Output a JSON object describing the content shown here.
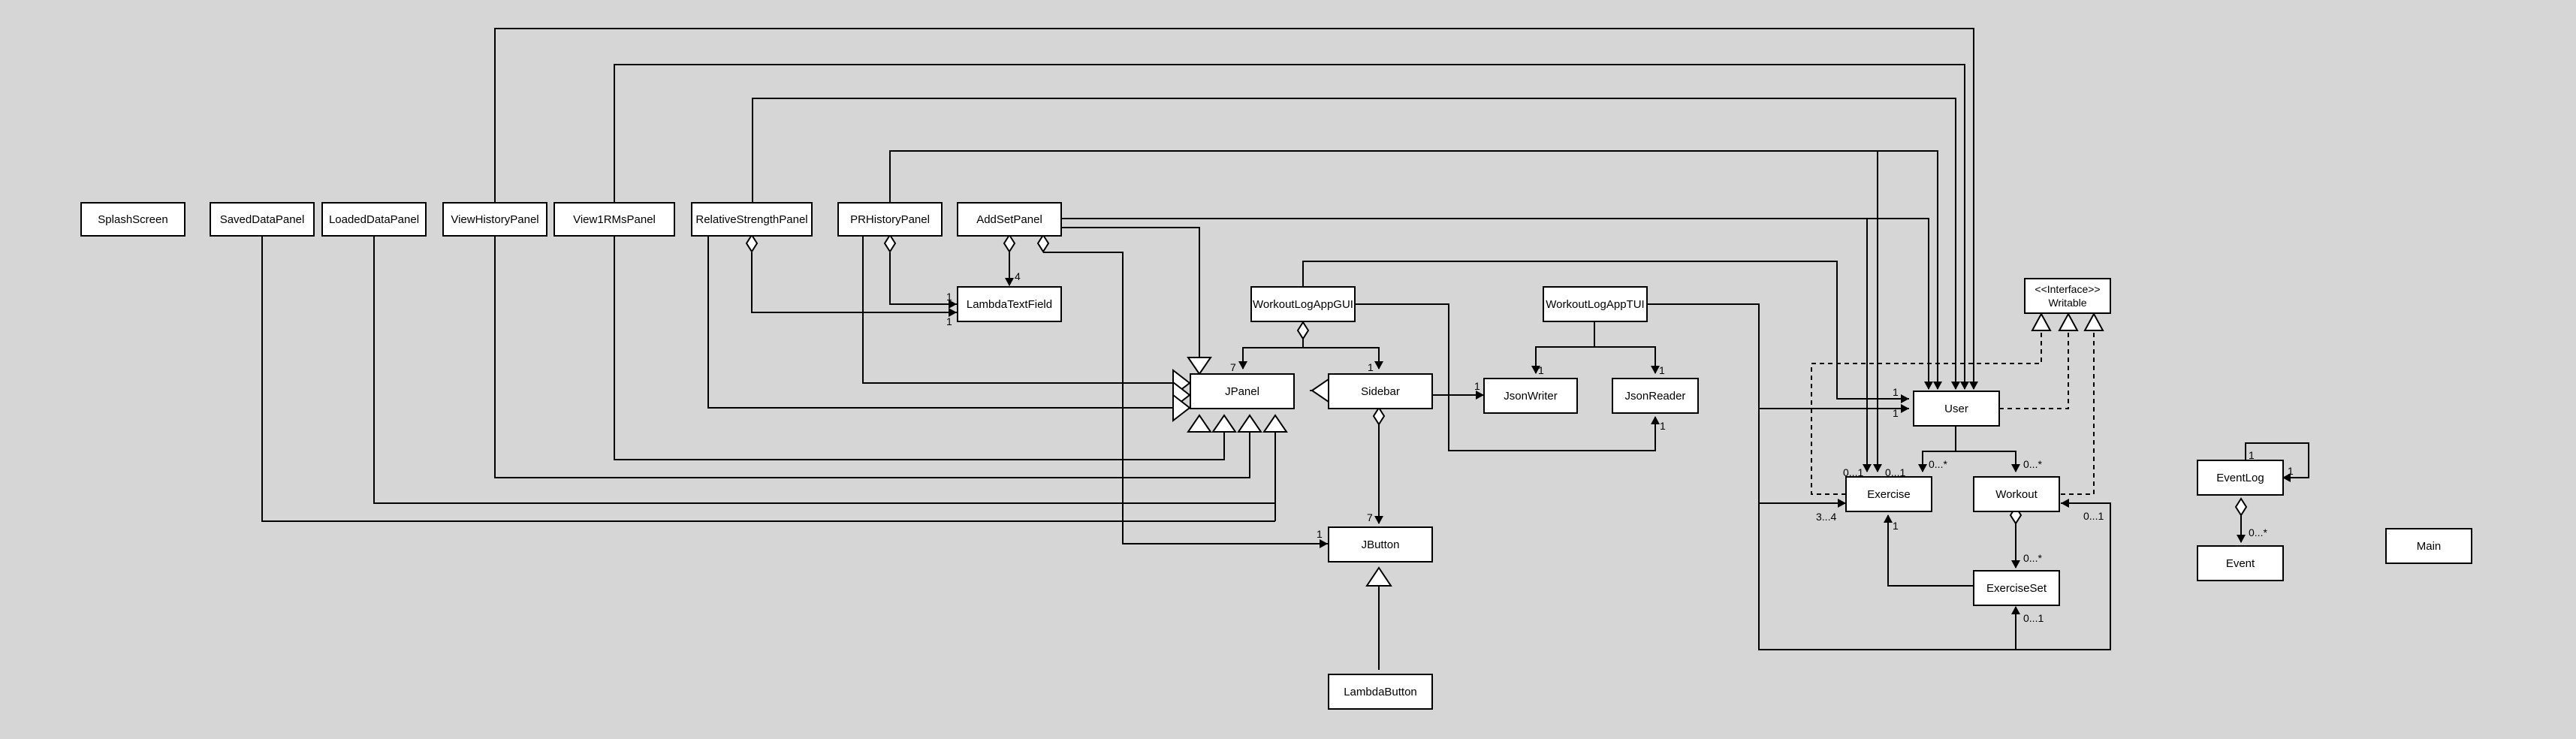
{
  "classes": {
    "splash_screen": "SplashScreen",
    "saved_data_panel": "SavedDataPanel",
    "loaded_data_panel": "LoadedDataPanel",
    "view_history_panel": "ViewHistoryPanel",
    "view_1rms_panel": "View1RMsPanel",
    "relative_strength_panel": "RelativeStrengthPanel",
    "pr_history_panel": "PRHistoryPanel",
    "add_set_panel": "AddSetPanel",
    "lambda_text_field": "LambdaTextField",
    "workout_log_app_gui": "WorkoutLogAppGUI",
    "workout_log_app_tui": "WorkoutLogAppTUI",
    "writable_stereotype": "<<Interface>>",
    "writable": "Writable",
    "jpanel": "JPanel",
    "sidebar": "Sidebar",
    "json_writer": "JsonWriter",
    "json_reader": "JsonReader",
    "user": "User",
    "exercise": "Exercise",
    "workout": "Workout",
    "exercise_set": "ExerciseSet",
    "jbutton": "JButton",
    "lambda_button": "LambdaButton",
    "event_log": "EventLog",
    "event": "Event",
    "main": "Main"
  },
  "multiplicities": {
    "addset_lambda_4": "4",
    "lambda_in_1a": "1",
    "lambda_in_1b": "1",
    "gui_jpanel_7": "7",
    "gui_sidebar_1": "1",
    "tui_writer_1": "1",
    "tui_reader_1": "1",
    "gui_writer_1": "1",
    "gui_reader_1": "1",
    "user_in_1a": "1",
    "user_in_1b": "1",
    "exercise_in_a": "0...1",
    "exercise_in_b": "0...1",
    "user_exercise": "0...*",
    "user_workout": "0...*",
    "exercise_3_4": "3...4",
    "exerciseset_exercise_1": "1",
    "workout_set": "0...*",
    "exerciseset_in": "0...1",
    "workout_in": "0...1",
    "sidebar_jbutton_7": "7",
    "jbutton_in_1": "1",
    "eventlog_self_1a": "1",
    "eventlog_self_1b": "1",
    "eventlog_event": "0...*"
  }
}
